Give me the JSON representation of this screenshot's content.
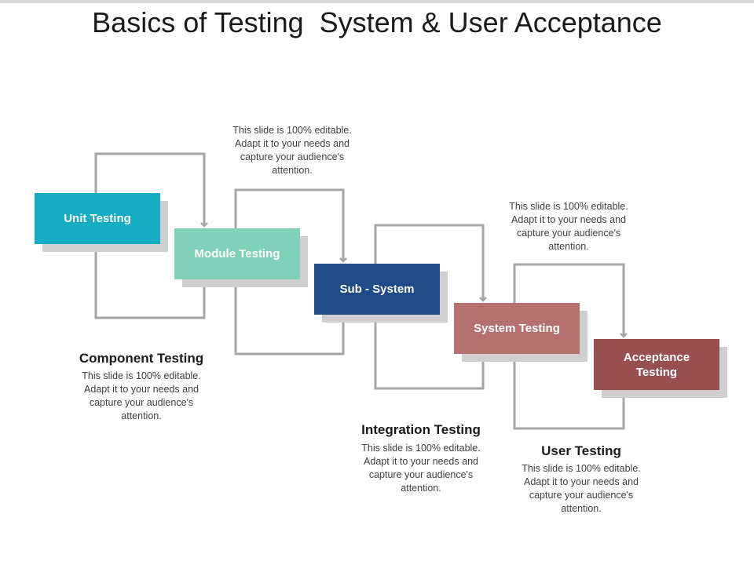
{
  "title": "Basics of Testing  System & User Acceptance",
  "boxes": {
    "unit": {
      "label": "Unit Testing",
      "color": "#16adc4"
    },
    "module": {
      "label": "Module Testing",
      "color": "#7fd1b7"
    },
    "subsystem": {
      "label": "Sub - System",
      "color": "#1f4b87"
    },
    "system": {
      "label": "System Testing",
      "color": "#b5716f"
    },
    "acceptance": {
      "label": "Acceptance Testing",
      "color": "#984f50"
    }
  },
  "notes": {
    "top_left": "This slide is 100% editable. Adapt it to your needs and capture your audience's attention.",
    "top_right": "This slide is 100% editable. Adapt it to your needs and capture your audience's attention.",
    "component": "This slide is 100% editable. Adapt it to your needs and capture your audience's attention.",
    "integration": "This slide is 100% editable. Adapt it to your needs and capture your audience's attention.",
    "user": "This slide is 100% editable. Adapt it to your needs and capture your audience's attention."
  },
  "headings": {
    "component": "Component Testing",
    "integration": "Integration Testing",
    "user": "User Testing"
  },
  "connector_color": "#a6a6a6"
}
